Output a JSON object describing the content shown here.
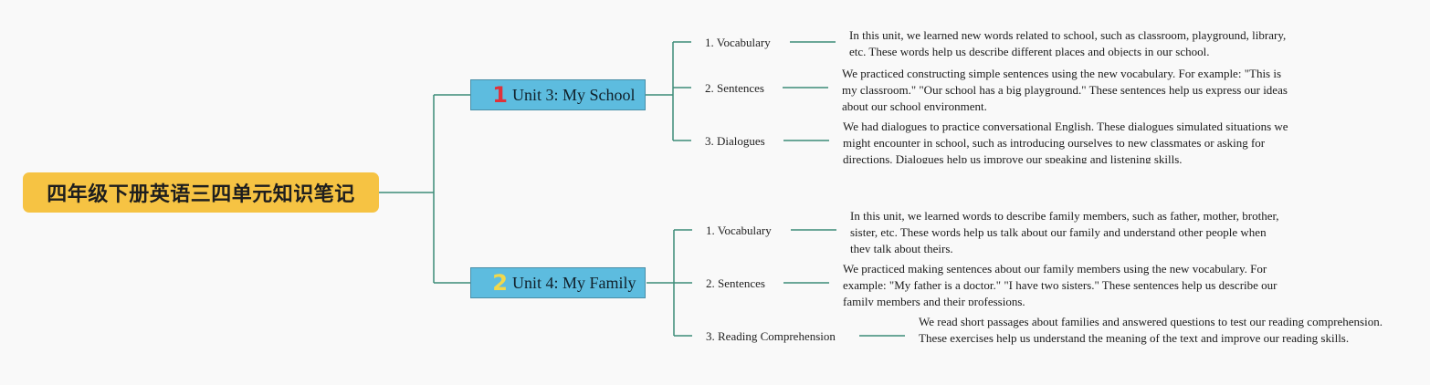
{
  "root": {
    "title": "四年级下册英语三四单元知识笔记"
  },
  "colors": {
    "root_bg": "#f6c343",
    "unit_bg": "#5dbcdf",
    "connector": "#3c8c78",
    "num1": "#e0313a",
    "num2": "#f2d84a"
  },
  "units": [
    {
      "number": "1",
      "label": "Unit 3: My School",
      "topics": [
        {
          "label": "1. Vocabulary",
          "note": "In this unit, we learned new words related to school, such as classroom, playground, library, etc. These words help us describe different places and objects in our school."
        },
        {
          "label": "2. Sentences",
          "note": "We practiced constructing simple sentences using the new vocabulary. For example: \"This is my classroom.\" \"Our school has a big playground.\" These sentences help us express our ideas about our school environment."
        },
        {
          "label": "3. Dialogues",
          "note": "We had dialogues to practice conversational English. These dialogues simulated situations we might encounter in school, such as introducing ourselves to new classmates or asking for directions. Dialogues help us improve our speaking and listening skills."
        }
      ]
    },
    {
      "number": "2",
      "label": "Unit 4: My Family",
      "topics": [
        {
          "label": "1. Vocabulary",
          "note": "In this unit, we learned words to describe family members, such as father, mother, brother, sister, etc. These words help us talk about our family and understand other people when they talk about theirs."
        },
        {
          "label": "2. Sentences",
          "note": "We practiced making sentences about our family members using the new vocabulary. For example: \"My father is a doctor.\" \"I have two sisters.\" These sentences help us describe our family members and their professions."
        },
        {
          "label": "3. Reading Comprehension",
          "note": "We read short passages about families and answered questions to test our reading comprehension. These exercises help us understand the meaning of the text and improve our reading skills."
        }
      ]
    }
  ]
}
